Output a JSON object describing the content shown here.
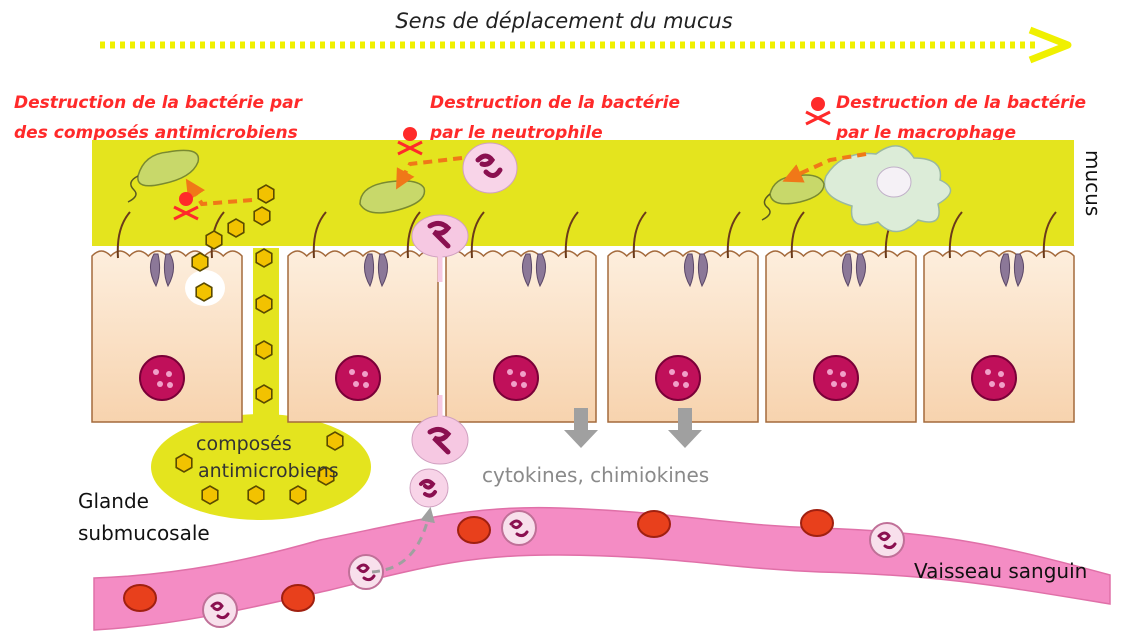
{
  "flow": {
    "label": "Sens de déplacement du mucus",
    "arrow_color": "#f0f000"
  },
  "destruction": {
    "antimicrobial": [
      "Destruction de la bactérie par",
      "des composés antimicrobiens"
    ],
    "neutrophil": [
      "Destruction de la bactérie",
      "par le neutrophile"
    ],
    "macrophage": [
      "Destruction de la bactérie",
      "par le macrophage"
    ]
  },
  "labels": {
    "mucus": "mucus",
    "compounds": [
      "composés",
      "antimicrobiens"
    ],
    "gland": [
      "Glande",
      "submucosale"
    ],
    "cytokines": "cytokines, chimiokines",
    "vessel": "Vaisseau sanguin"
  },
  "colors": {
    "mucus_layer": "#e4e41e",
    "cell_fill": "#fbe0c2",
    "cell_stroke": "#a46a3c",
    "nucleus": "#c0105a",
    "alert_red": "#ff2a2a",
    "path_orange": "#f07818",
    "vessel": "#f48cc4",
    "red_blood_cell": "#e8401c",
    "compound_hex": "#f2c200",
    "cyto_arrow": "#a0a0a0"
  }
}
